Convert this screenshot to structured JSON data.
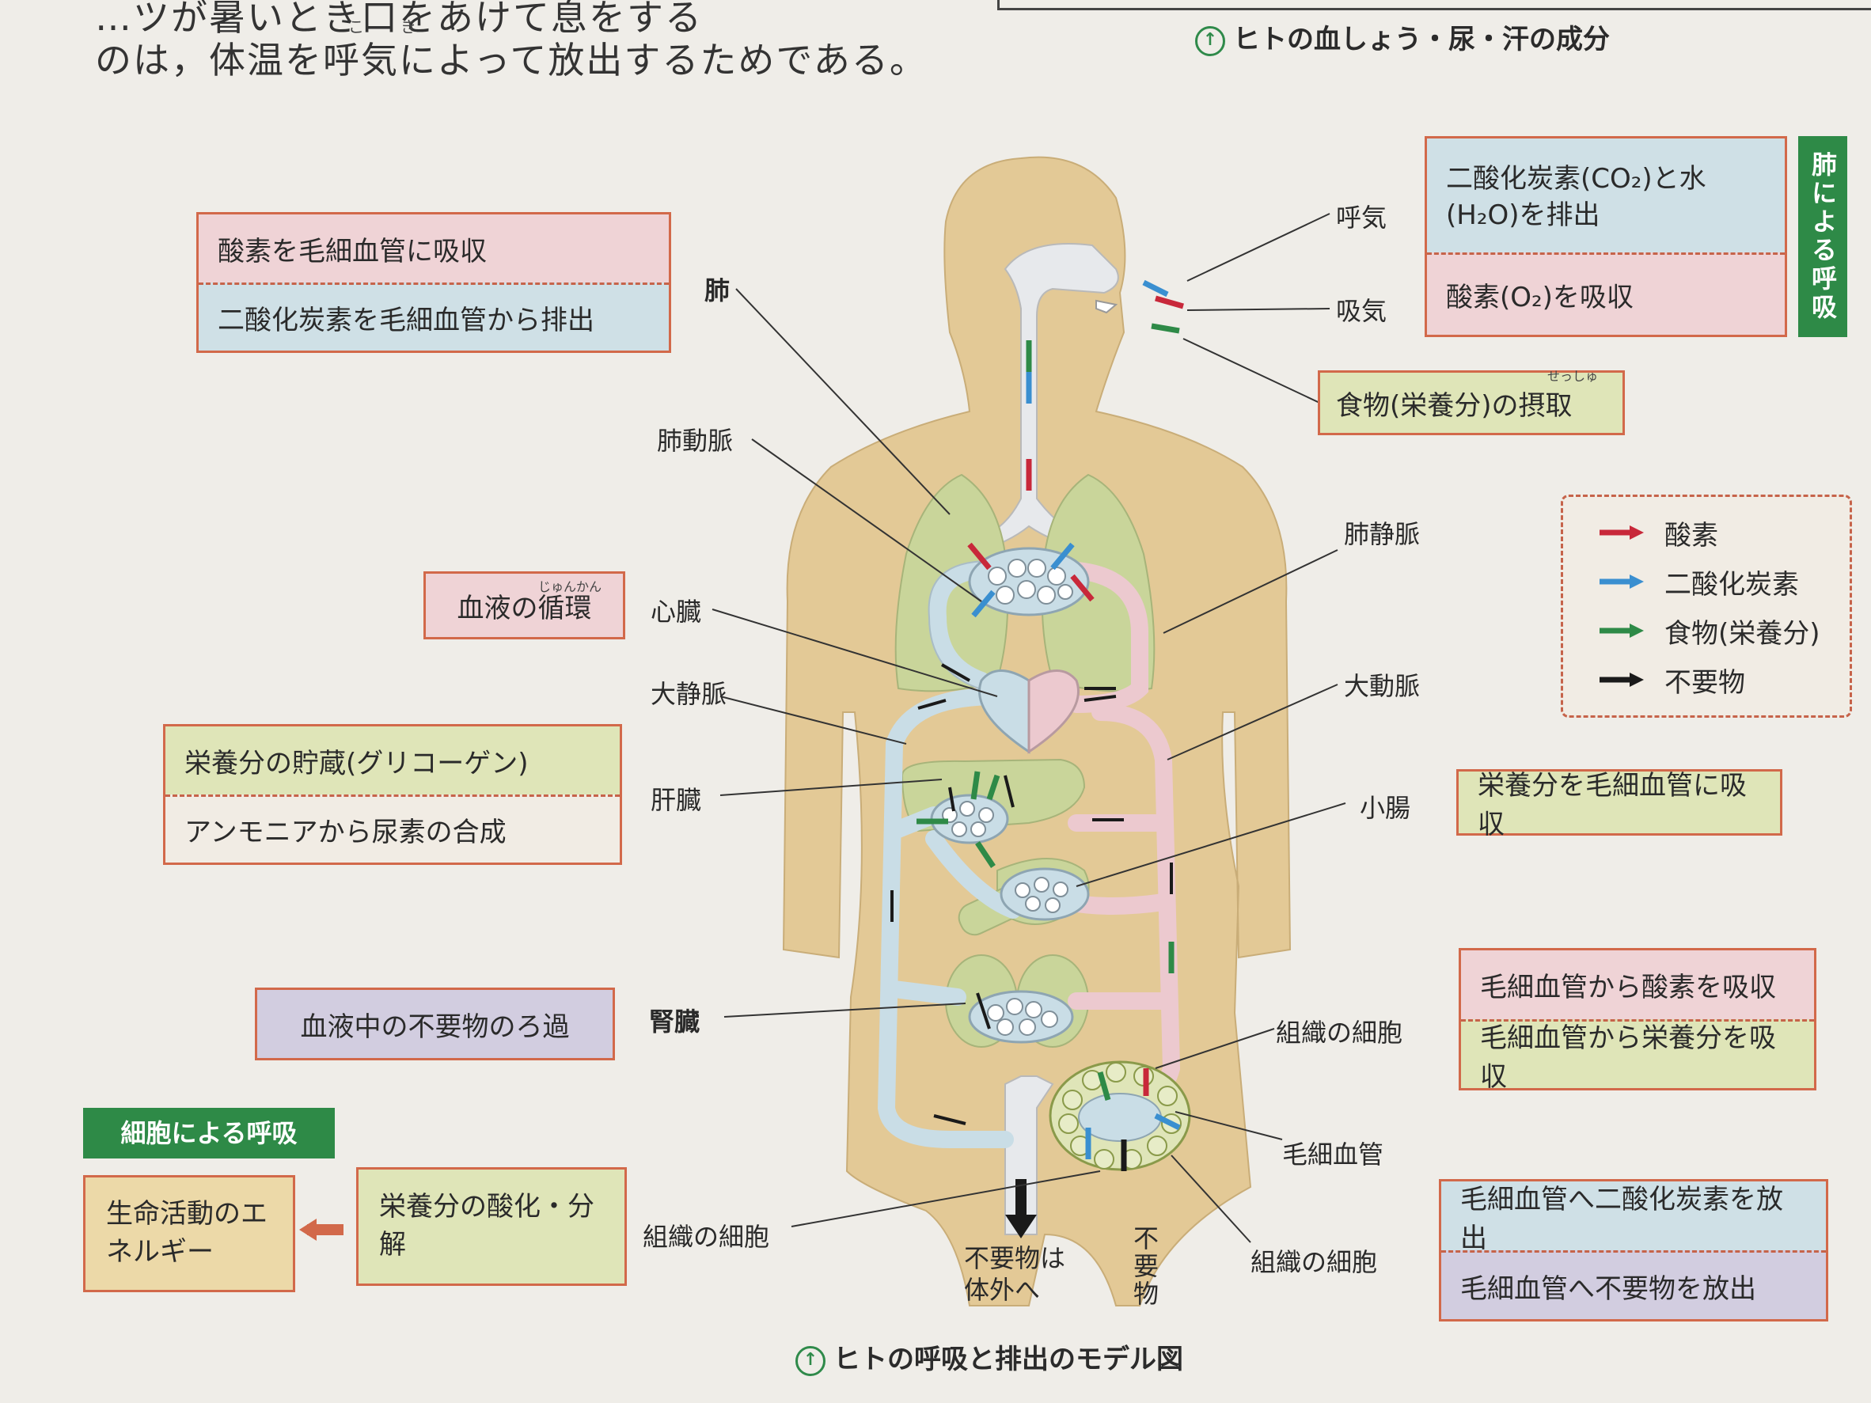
{
  "header": {
    "line1": "…ツが暑いとき口をあけて息をする",
    "line2": "のは，体温を呼気によって放出するためである。",
    "ruby_ko": "こ",
    "ruby_ki": "き"
  },
  "top_caption": "ヒトの血しょう・尿・汗の成分",
  "bottom_caption": "ヒトの呼吸と排出のモデル図",
  "lung_respiration_tag": "肺による呼吸",
  "cell_respiration_tag": "細胞による呼吸",
  "boxes": {
    "lung_top": "酸素を毛細血管に吸収",
    "lung_bottom": "二酸化炭素を毛細血管から排出",
    "circulation": "血液の循環",
    "circulation_ruby": "じゅんかん",
    "liver_top": "栄養分の貯蔵(グリコーゲン)",
    "liver_bottom": "アンモニアから尿素の合成",
    "kidney": "血液中の不要物のろ過",
    "energy": "生命活動のエネルギー",
    "oxidation": "栄養分の酸化・分解",
    "exhale_box": "二酸化炭素(CO₂)と水(H₂O)を排出",
    "inhale_box": "酸素(O₂)を吸収",
    "food_box": "食物(栄養分)の摂取",
    "food_ruby": "せっしゅ",
    "intestine_box": "栄養分を毛細血管に吸収",
    "tissue_top_1": "毛細血管から酸素を吸収",
    "tissue_top_2": "毛細血管から栄養分を吸収",
    "tissue_bottom_1": "毛細血管へ二酸化炭素を放出",
    "tissue_bottom_2": "毛細血管へ不要物を放出"
  },
  "labels": {
    "lung": "肺",
    "pulmonary_artery": "肺動脈",
    "heart": "心臓",
    "vena_cava": "大静脈",
    "liver": "肝臓",
    "kidney": "腎臓",
    "tissue_cell_left": "組織の細胞",
    "exhale": "呼気",
    "inhale": "吸気",
    "pulmonary_vein": "肺静脈",
    "aorta": "大動脈",
    "small_intestine": "小腸",
    "tissue_cell_right": "組織の細胞",
    "capillary": "毛細血管",
    "tissue_cell_bottom": "組織の細胞",
    "waste_out": "不要物は体外へ",
    "waste": "不要物"
  },
  "legend": [
    {
      "label": "酸素",
      "color": "#c8283a"
    },
    {
      "label": "二酸化炭素",
      "color": "#3a8fd0"
    },
    {
      "label": "食物(栄養分)",
      "color": "#2e8a47"
    },
    {
      "label": "不要物",
      "color": "#1a1a1a"
    }
  ],
  "colors": {
    "body": "#e3c996",
    "lung": "#c9d59a",
    "artery": "#ecc9cf",
    "vein": "#c9dde6",
    "box_border": "#d2694a",
    "tag_green": "#2e8a47"
  }
}
